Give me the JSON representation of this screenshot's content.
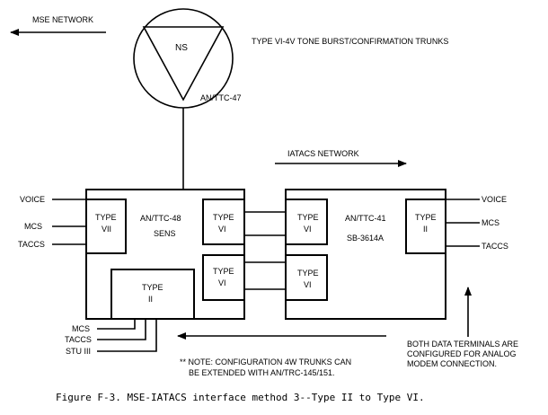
{
  "top": {
    "mse_network": "MSE NETWORK",
    "trunk_label": "TYPE VI-4V TONE BURST/CONFIRMATION TRUNKS",
    "ns_label": "NS",
    "ttc47_label": "AN/TTC-47",
    "iatacs_network": "IATACS NETWORK"
  },
  "left_unit": {
    "title_line1": "AN/TTC-48",
    "title_line2": "SENS",
    "type_vii": [
      "TYPE",
      "VII"
    ],
    "type_vi_a": [
      "TYPE",
      "VI"
    ],
    "type_vi_b": [
      "TYPE",
      "VI"
    ],
    "type_ii": [
      "TYPE",
      "II"
    ],
    "inputs": [
      "VOICE",
      "MCS",
      "TACCS"
    ],
    "bottom_inputs": [
      "MCS",
      "TACCS",
      "STU III"
    ]
  },
  "right_unit": {
    "title_line1": "AN/TTC-41",
    "title_line2": "SB-3614A",
    "type_vi_a": [
      "TYPE",
      "VI"
    ],
    "type_vi_b": [
      "TYPE",
      "VI"
    ],
    "type_ii": [
      "TYPE",
      "II"
    ],
    "outputs": [
      "VOICE",
      "MCS",
      "TACCS"
    ]
  },
  "notes": {
    "config_line1": "** NOTE: CONFIGURATION 4W TRUNKS CAN",
    "config_line2": "BE EXTENDED WITH AN/TRC-145/151.",
    "data_line1": "BOTH DATA TERMINALS ARE",
    "data_line2": "CONFIGURED FOR ANALOG",
    "data_line3": "MODEM CONNECTION."
  },
  "caption": "Figure F-3. MSE-IATACS interface method 3--Type II to Type VI."
}
